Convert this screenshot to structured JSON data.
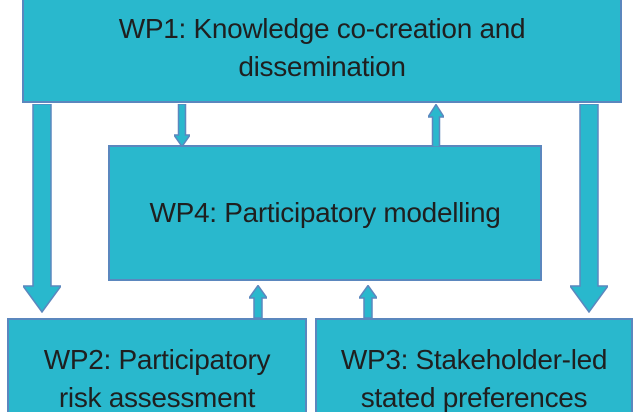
{
  "diagram": {
    "type": "flowchart",
    "description_boxes": "Work package relationship diagram with four teal boxes connected by arrows",
    "boxes": {
      "wp1": {
        "id": "WP1",
        "label": "WP1: Knowledge co-creation and dissemination",
        "lines": [
          "WP1: Knowledge co-creation and",
          "dissemination"
        ]
      },
      "wp4": {
        "id": "WP4",
        "label": "WP4: Participatory modelling",
        "lines": [
          "WP4: Participatory modelling"
        ]
      },
      "wp2": {
        "id": "WP2",
        "label": "WP2: Participatory risk assessment",
        "lines": [
          "WP2: Participatory",
          "risk assessment"
        ]
      },
      "wp3": {
        "id": "WP3",
        "label": "WP3: Stakeholder-led stated preferences",
        "lines": [
          "WP3: Stakeholder-led",
          "stated preferences"
        ]
      }
    },
    "arrows": [
      {
        "name": "wp1-to-wp2",
        "from": "WP1",
        "to": "WP2",
        "direction": "down",
        "weight": "thick"
      },
      {
        "name": "wp1-to-wp3",
        "from": "WP1",
        "to": "WP3",
        "direction": "down",
        "weight": "thick"
      },
      {
        "name": "wp1-to-wp4",
        "from": "WP1",
        "to": "WP4",
        "direction": "down",
        "weight": "thin"
      },
      {
        "name": "wp4-to-wp1",
        "from": "WP4",
        "to": "WP1",
        "direction": "up",
        "weight": "thin"
      },
      {
        "name": "wp2-to-wp4",
        "from": "WP2",
        "to": "WP4",
        "direction": "up",
        "weight": "thin"
      },
      {
        "name": "wp3-to-wp4",
        "from": "WP3",
        "to": "WP4",
        "direction": "up",
        "weight": "thin"
      }
    ]
  },
  "colors": {
    "bg": "#ffffff",
    "box_fill": "#29b8cd",
    "box_border": "#5b87be",
    "text": "#1f1f1f"
  }
}
